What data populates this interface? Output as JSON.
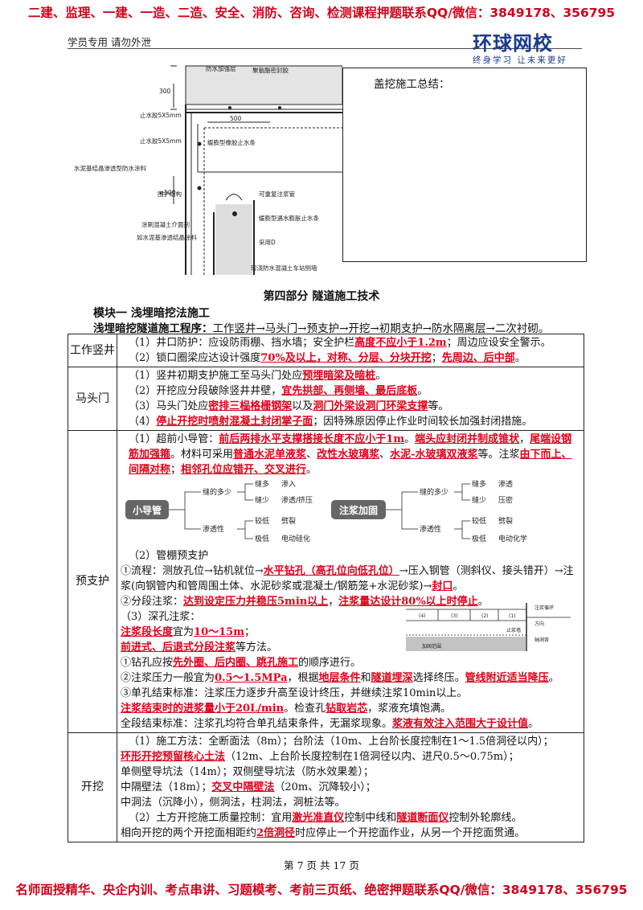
{
  "banner_top": "二建、监理、一建、一造、二造、安全、消防、咨询、检测课程押题联系QQ/微信：3849178、356795",
  "banner_bottom": "名师面授精华、央企内训、考点串讲、习题模考、考前三页纸、绝密押题联系QQ/微信：3849178、356795",
  "header_left": "学员专用  请勿外泄",
  "logo": {
    "main": "环球网校",
    "sub": "终身学习  让未来更好"
  },
  "drawing_labels": {
    "l1": "防水加强层",
    "l2": "聚氨酯密封胶",
    "l3": "止水胶5X5mm",
    "l4": "500",
    "l5": "止水胶5X5mm",
    "l6": "缓膨型橡胶止水条",
    "l7": "水泥基结晶渗透型防水涂料",
    "l8": "围护结构",
    "l9": "可重复注浆管",
    "l10": "涂刷混凝土介面剂",
    "l11": "缓膨型遇水膨胀止水条",
    "l12": "如水泥基渗透结晶涂料",
    "l13": "采用D",
    "l14": "现浇防水混凝土车站侧墙",
    "l15": "300",
    "l16": "≥500"
  },
  "summary_title": "盖挖施工总结：",
  "part_title": "第四部分  隧道施工技术",
  "module_title": "模块一  浅埋暗挖法施工",
  "procedure_label": "浅埋暗挖隧道施工程序：",
  "procedure_text": "工作竖井→马头门→预支护→开挖→初期支护→防水隔离层→二次衬砌。",
  "rows": {
    "shaft": {
      "label": "工作竖井",
      "l1a": "（1）井口防护：应设防雨棚、挡水墙；安全护栏",
      "l1b": "高度不应小于1.2m",
      "l1c": "；周边应设安全警示。",
      "l2a": "（2）锁口圈梁应达设计强度",
      "l2b": "70%及以上，对称、分层、分块开挖",
      "l2c": "；",
      "l2d": "先周边、后中部",
      "l2e": "。"
    },
    "horse": {
      "label": "马头门",
      "l1a": "（1）竖井初期支护施工至马头门处应",
      "l1b": "预埋暗梁及暗桩",
      "l1c": "。",
      "l2a": "（2）开挖应分段破除竖井井壁，",
      "l2b": "宜先拱部、再侧墙、最后底板",
      "l2c": "。",
      "l3a": "（3）马头门处应",
      "l3b": "密排三榀格栅钢架",
      "l3c": "以及",
      "l3d": "洞门外梁设洞门环梁支撑",
      "l3e": "等。",
      "l4a": "（4）",
      "l4b": "停止开挖时喷射混凝土封闭掌子面",
      "l4c": "；因特殊原因停止作业时间较长加强封闭措施。"
    },
    "pre": {
      "label": "预支护",
      "p1a": "（1）超前小导管：",
      "p1b": "前后两排水平支撑搭接长度不应小于1m",
      "p1c": "。",
      "p1d": "端头应封闭并制成锥状",
      "p1e": "，",
      "p1f": "尾端设钢筋加强箍",
      "p1g": "。材料可采用",
      "p1h": "普通水泥单液浆",
      "p1i": "、",
      "p1j": "改性水玻璃浆",
      "p1k": "、",
      "p1l": "水泥-水玻璃双液浆",
      "p1m": "等。注浆",
      "p1n": "由下而上、间隔对称",
      "p1o": "；",
      "p1p": "相邻孔位应错开、交叉进行",
      "p1q": "。",
      "mm1": {
        "center": "小导管",
        "a": "缝的多少",
        "a1": "缝多",
        "a1v": "渗入",
        "a2": "缝少",
        "a2v": "渗透/挤压",
        "b": "渗透性",
        "b1": "较低",
        "b1v": "劈裂",
        "b2": "极低",
        "b2v": "电动硅化"
      },
      "mm2": {
        "center": "注浆加固",
        "a": "缝的多少",
        "a1": "缝多",
        "a1v": "渗透",
        "a2": "缝少",
        "a2v": "压密",
        "b": "渗透性",
        "b1": "较低",
        "b1v": "劈裂",
        "b2": "极低",
        "b2v": "电动化学"
      },
      "p2": "（2）管棚预支护",
      "p3a": "①流程：测放孔位→钻机就位→",
      "p3b": "水平钻孔（高孔位向低孔位）",
      "p3c": "→压入钢管（测斜仪、接头错开）→注浆(向钢管内和管周围土体、水泥砂浆或混凝土/钢筋笼+水泥砂浆)→",
      "p3d": "封口",
      "p3e": "。",
      "p4a": "②分段注浆：",
      "p4b": "达到设定压力并稳压5min以上",
      "p4c": "，",
      "p4d": "注浆量达设计80%以上时停止",
      "p4e": "。",
      "p5": "（3）深孔注浆：",
      "p6a": "注浆段长度",
      "p6b": "宜为",
      "p6c": "10～15m",
      "p6d": "；",
      "p7a": "前进式、后退式分段注浆",
      "p7b": "等方法。",
      "p8a": "①钻孔应按",
      "p8b": "先外圈、后内圈、跳孔施工",
      "p8c": "的顺序进行。",
      "p9a": "②注浆压力一般宜为",
      "p9b": "0.5～1.5MPa",
      "p9c": "，根据",
      "p9d": "地层条件",
      "p9e": "和",
      "p9f": "隧道埋深",
      "p9g": "选择终压。",
      "p9h": "管线附近适当降压",
      "p9i": "。",
      "p10": "③单孔结束标准：注浆压力逐步升高至设计终压，并继续注浆10min以上。",
      "p11a": "注浆结束时的进浆量小于20L/min",
      "p11b": "。检查孔",
      "p11c": "钻取岩芯",
      "p11d": "，浆液充填饱满。",
      "p12a": "全段结束标准：注浆孔均符合单孔结束条件，无漏浆现象。",
      "p12b": "浆液有效注入范围大于设计值",
      "p12c": "。",
      "fig": {
        "t1": "(4)",
        "t2": "(3)",
        "t3": "(2)",
        "t4": "(1)",
        "t5": "注浆循环",
        "t6": "方向",
        "t7": "止浆墙",
        "t8": "加固范围",
        "t9": "轴洞背"
      }
    },
    "dig": {
      "label": "开挖",
      "d1": "（1）施工方法：全断面法（8m）；台阶法（10m、上台阶长度控制在1～1.5倍洞径以内）；",
      "d2a": "环形开挖预留核心土法",
      "d2b": "（12m、上台阶长度控制在1倍洞径以内、进尺0.5～0.75m）；",
      "d3": "单侧壁导坑法（14m）；双侧壁导坑法（防水效果差）；",
      "d4a": "中隔壁法（18m）；",
      "d4b": "交叉中隔壁法",
      "d4c": "（20m、沉降较小）；",
      "d5": "中洞法（沉降小），侧洞法，柱洞法，洞桩法等。",
      "d6a": "（2）土方开挖施工质量控制：宜用",
      "d6b": "激光准直仪",
      "d6c": "控制中线和",
      "d6d": "隧道断面仪",
      "d6e": "控制外轮廓线。",
      "d7a": "相向开挖的两个开挖面相距约",
      "d7b": "2倍洞径",
      "d7c": "时应停止一个开挖面作业，从另一个开挖面贯通。"
    }
  },
  "page_number": "第 7 页 共 17 页"
}
